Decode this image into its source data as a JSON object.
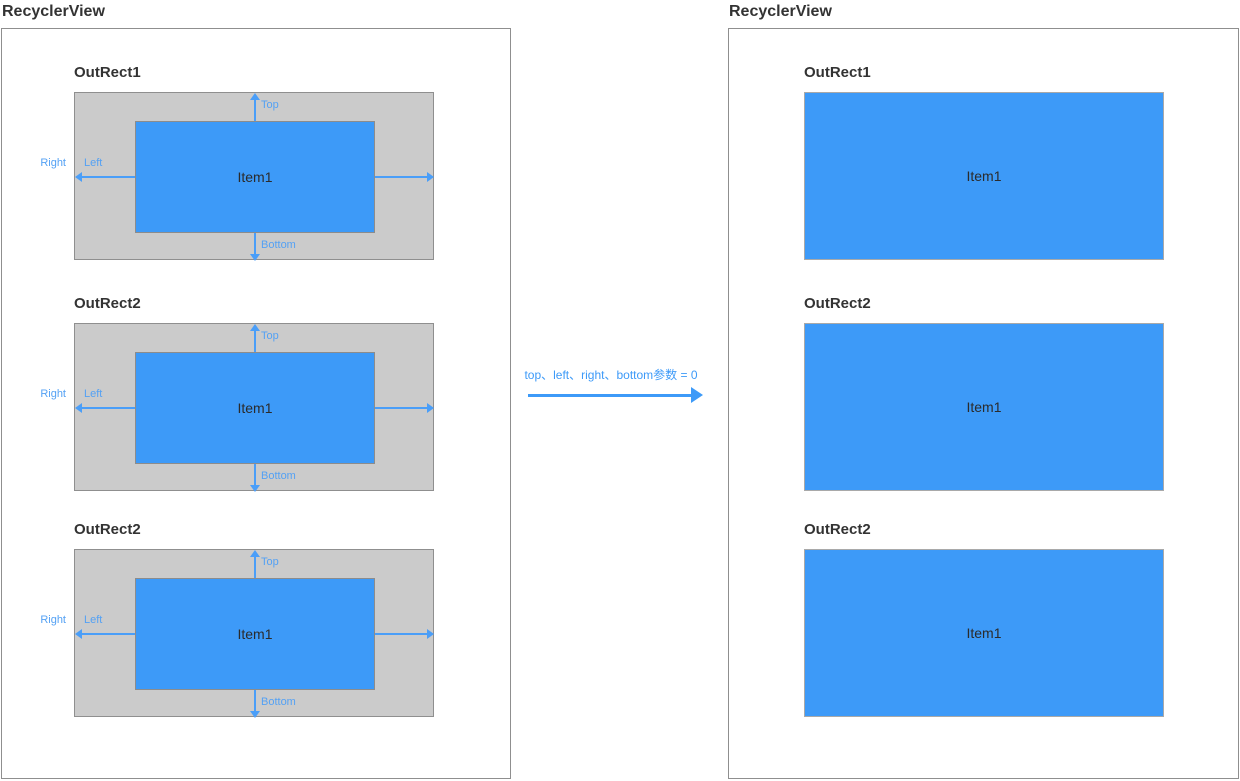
{
  "left_panel": {
    "title": "RecyclerView",
    "sections": [
      {
        "label": "OutRect1",
        "item_label": "Item1",
        "arrows": {
          "top": "Top",
          "bottom": "Bottom",
          "left": "Left",
          "right": "Right"
        }
      },
      {
        "label": "OutRect2",
        "item_label": "Item1",
        "arrows": {
          "top": "Top",
          "bottom": "Bottom",
          "left": "Left",
          "right": "Right"
        }
      },
      {
        "label": "OutRect2",
        "item_label": "Item1",
        "arrows": {
          "top": "Top",
          "bottom": "Bottom",
          "left": "Left",
          "right": "Right"
        }
      }
    ]
  },
  "transition": {
    "caption": "top、left、right、bottom参数 = 0"
  },
  "right_panel": {
    "title": "RecyclerView",
    "sections": [
      {
        "label": "OutRect1",
        "item_label": "Item1"
      },
      {
        "label": "OutRect2",
        "item_label": "Item1"
      },
      {
        "label": "OutRect2",
        "item_label": "Item1"
      }
    ]
  },
  "colors": {
    "item_blue": "#3d9af8",
    "accent_blue": "#4a9ef8",
    "offset_gray": "#cbcbcb",
    "border_gray": "#8f8f8f",
    "text_dark": "#333333"
  }
}
